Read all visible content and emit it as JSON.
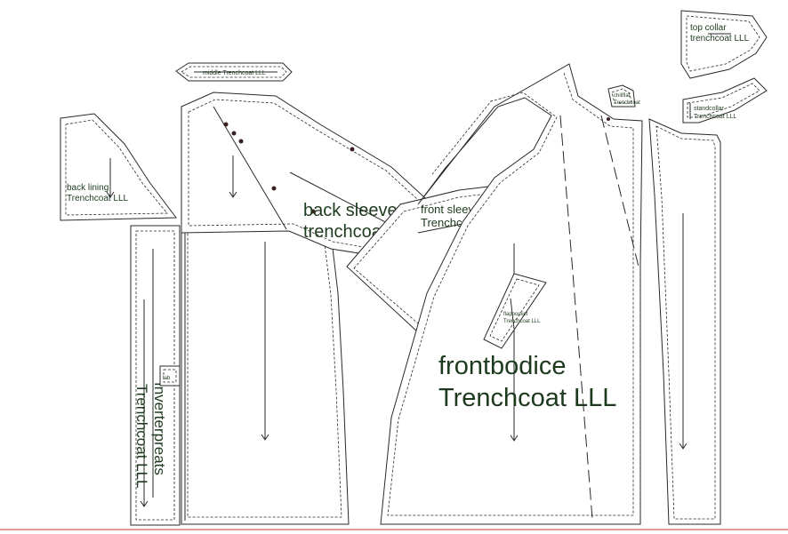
{
  "pieces": {
    "back_lining": {
      "line1": "back lining",
      "line2": "Trenchcoat LLL"
    },
    "strip_top": {
      "label": "middle Trenchcoat LLL"
    },
    "back_sleeve": {
      "line1": "back sleeve",
      "line2": "trenchcoat LLL"
    },
    "front_sleeve": {
      "line1": "front sleeve",
      "line2": "Trenchcoat LLL"
    },
    "facing": {
      "line1": "chillflat",
      "line2": "Trenchcoat"
    },
    "top_collar": {
      "line1": "top collar",
      "line2": "trenchcoat LLL"
    },
    "standcollar": {
      "line1": "standcollar",
      "line2": "Trenchcoat LLL"
    },
    "pocket": {
      "line1": "flappocket",
      "line2": "Trenchcoat LLL"
    },
    "frontbodice": {
      "line1": "frontbodice",
      "line2": "Trenchcoat LLL"
    },
    "inverterpreats": {
      "line1": "Inverterpreats",
      "line2": "Trenchcoat LLL"
    },
    "small_tab": {
      "label": "tab"
    }
  },
  "colors": {
    "outline": "#2a2a2a",
    "label": "#1e3a1e",
    "notch_dots": "#3a2020",
    "baseline": "#cc2a2a"
  }
}
